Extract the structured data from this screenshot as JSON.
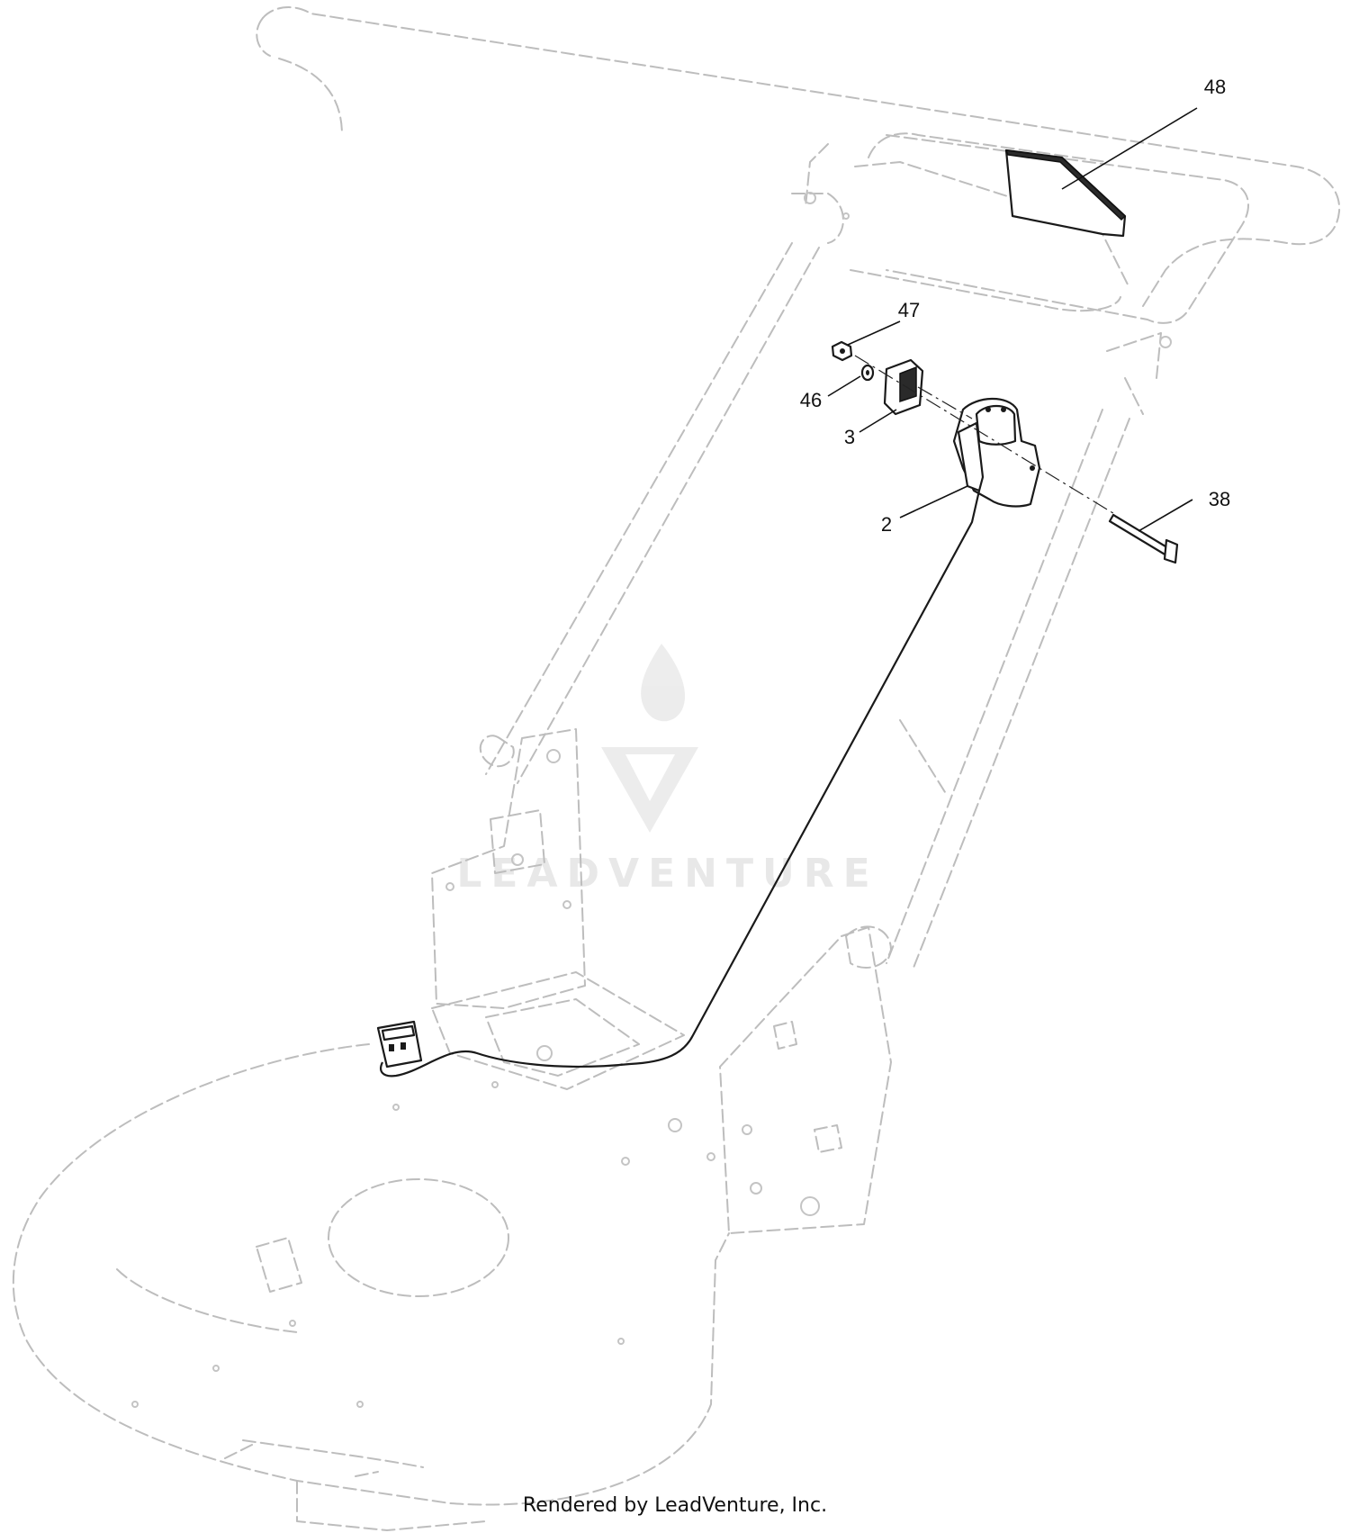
{
  "diagram": {
    "callouts": [
      {
        "id": "48",
        "label": "48"
      },
      {
        "id": "47",
        "label": "47"
      },
      {
        "id": "46",
        "label": "46"
      },
      {
        "id": "3",
        "label": "3"
      },
      {
        "id": "2",
        "label": "2"
      },
      {
        "id": "38",
        "label": "38"
      }
    ],
    "watermark": "LEADVENTURE"
  },
  "footer": {
    "text": "Rendered by LeadVenture, Inc."
  }
}
